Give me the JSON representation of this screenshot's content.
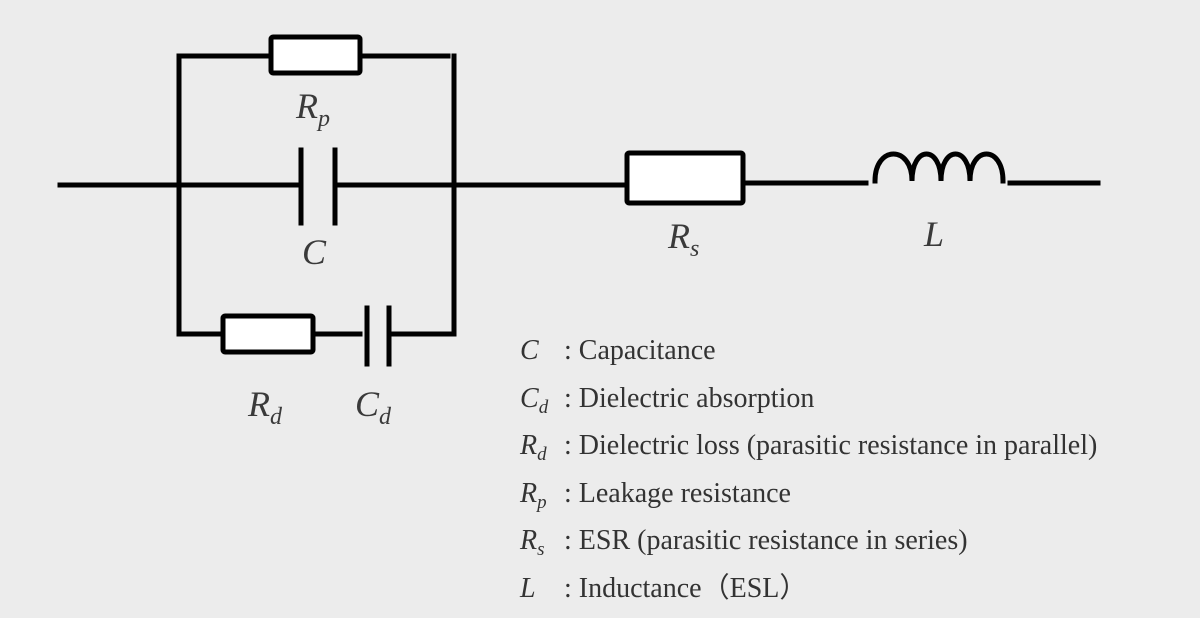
{
  "diagram": {
    "title": "Capacitor equivalent circuit",
    "components": [
      {
        "id": "Rp",
        "symbol": "R",
        "subscript": "p",
        "type": "resistor"
      },
      {
        "id": "C",
        "symbol": "C",
        "subscript": "",
        "type": "capacitor"
      },
      {
        "id": "Rd",
        "symbol": "R",
        "subscript": "d",
        "type": "resistor"
      },
      {
        "id": "Cd",
        "symbol": "C",
        "subscript": "d",
        "type": "capacitor"
      },
      {
        "id": "Rs",
        "symbol": "R",
        "subscript": "s",
        "type": "resistor"
      },
      {
        "id": "L",
        "symbol": "L",
        "subscript": "",
        "type": "inductor"
      }
    ],
    "legend": [
      {
        "symbol": "C",
        "subscript": "",
        "description": ": Capacitance"
      },
      {
        "symbol": "C",
        "subscript": "d",
        "description": ": Dielectric absorption"
      },
      {
        "symbol": "R",
        "subscript": "d",
        "description": ": Dielectric loss (parasitic resistance in parallel)"
      },
      {
        "symbol": "R",
        "subscript": "p",
        "description": ": Leakage resistance"
      },
      {
        "symbol": "R",
        "subscript": "s",
        "description": ": ESR (parasitic resistance in series)"
      },
      {
        "symbol": "L",
        "subscript": "",
        "description": ": Inductance（ESL）"
      }
    ]
  }
}
